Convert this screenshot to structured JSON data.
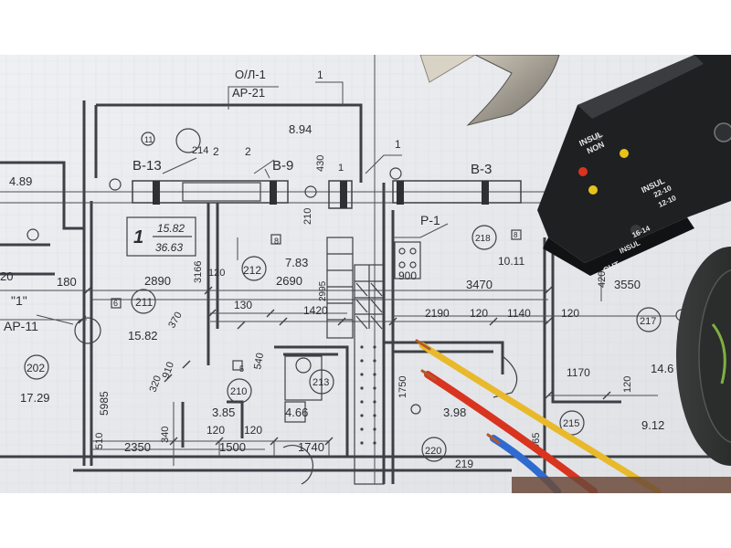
{
  "plan": {
    "labels": {
      "ol1": "О/Л-1",
      "ap21": "АР-21",
      "one_a": "1",
      "one_b": "1",
      "one_c": "1",
      "two_a": "2",
      "two_b": "2",
      "v13": "В-13",
      "v9": "В-9",
      "v3": "В-3",
      "r1": "Р-1",
      "room1": "1",
      "room1_area": "15.82",
      "room1_area2": "36.63",
      "ap11": "АР-11",
      "q1": "\"1\"",
      "n894": "8.94",
      "n430": "430",
      "n489": "4.89",
      "n180": "180",
      "n20a": "20",
      "n2890": "2890",
      "n3166": "3166",
      "n120a": "120",
      "n212": "212",
      "n783": "7.83",
      "n2690": "2690",
      "n210a": "210",
      "n2995": "2995",
      "n900": "900",
      "n3470": "3470",
      "n3550": "3550",
      "n420": "420",
      "n1011": "10.11",
      "n218": "218",
      "n8": "8",
      "n6": "6",
      "n211": "211",
      "n1582": "15.82",
      "n130": "130",
      "n370": "370",
      "n1420": "1420",
      "n2190": "2190",
      "n120b": "120",
      "n1140": "1140",
      "n120c": "120",
      "n217": "217",
      "n5985": "5985",
      "n202": "202",
      "n1729": "17.29",
      "n910": "910",
      "n320": "320",
      "n540": "540",
      "n210b": "210",
      "n385": "3.85",
      "n213": "213",
      "n466": "4.66",
      "n1750": "1750",
      "n398": "3.98",
      "n1170": "1170",
      "n120d": "120",
      "n146": "14.6",
      "n215": "215",
      "n912": "9.12",
      "n2350": "2350",
      "n340": "340",
      "n120e": "120",
      "n120f": "120",
      "n1500": "1500",
      "n1740": "1740",
      "n220": "220",
      "n219": "219",
      "n965": "965",
      "n510": "510",
      "n214": "214",
      "n11": "11",
      "n5": "5"
    }
  },
  "tool": {
    "lines": [
      "INSUL",
      "NON",
      "INSUL",
      "22-10",
      "16-14",
      "12-10",
      "INSUL",
      "CUT"
    ]
  }
}
